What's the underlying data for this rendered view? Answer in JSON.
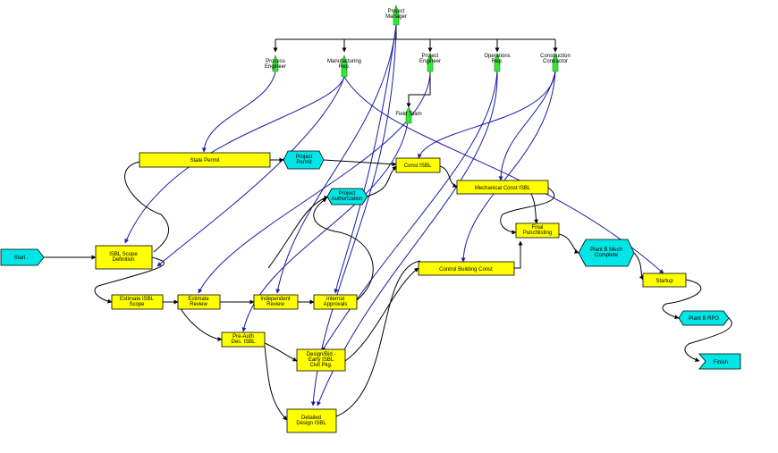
{
  "colors": {
    "task": "#ffff00",
    "milestone": "#00e5e5",
    "resource": "#33e633",
    "flow": "#000000",
    "assignment": "#1a1aa6"
  },
  "resources": [
    {
      "id": "pm",
      "lines": [
        "Project",
        "Manager"
      ]
    },
    {
      "id": "pe1",
      "lines": [
        "Process",
        "Engineer"
      ]
    },
    {
      "id": "mfg",
      "lines": [
        "Manufacturing",
        "Rep."
      ]
    },
    {
      "id": "pe2",
      "lines": [
        "Project",
        "Engineer"
      ]
    },
    {
      "id": "ops",
      "lines": [
        "Operations",
        "Rep."
      ]
    },
    {
      "id": "cc",
      "lines": [
        "Construction",
        "Contractor"
      ]
    },
    {
      "id": "fe",
      "lines": [
        "Field Team"
      ]
    }
  ],
  "nodes": [
    {
      "id": "start",
      "kind": "milestone-flag",
      "lines": [
        "Start"
      ]
    },
    {
      "id": "isbl_scope",
      "kind": "task",
      "lines": [
        "ISBL Scope",
        "Definition"
      ]
    },
    {
      "id": "est_isbl",
      "kind": "task",
      "lines": [
        "Estimate ISBL",
        "Scope"
      ]
    },
    {
      "id": "est_review",
      "kind": "task",
      "lines": [
        "Estimate",
        "Review"
      ]
    },
    {
      "id": "indep",
      "kind": "task",
      "lines": [
        "Independent",
        "Review"
      ]
    },
    {
      "id": "internal",
      "kind": "task",
      "lines": [
        "Internal",
        "Approvals"
      ]
    },
    {
      "id": "preauth",
      "kind": "task",
      "lines": [
        "Pre-Auth",
        "Des. ISBL"
      ]
    },
    {
      "id": "design_bid",
      "kind": "task",
      "lines": [
        "Design/Bid -",
        "Early ISBL",
        "Civil Pkg."
      ]
    },
    {
      "id": "detailed",
      "kind": "task",
      "lines": [
        "Detailed",
        "Design ISBL"
      ]
    },
    {
      "id": "state_permit",
      "kind": "task",
      "lines": [
        "State Permit"
      ]
    },
    {
      "id": "proj_permit",
      "kind": "milestone-hex",
      "lines": [
        "Project",
        "Permit"
      ]
    },
    {
      "id": "proj_auth",
      "kind": "milestone-hex",
      "lines": [
        "Project",
        "Authorization"
      ]
    },
    {
      "id": "const_isbl",
      "kind": "task",
      "lines": [
        "Const ISBL"
      ]
    },
    {
      "id": "mech_const",
      "kind": "task",
      "lines": [
        "Mechanical Const ISBL"
      ]
    },
    {
      "id": "control_bldg",
      "kind": "task",
      "lines": [
        "Control Building Const"
      ]
    },
    {
      "id": "final_punch",
      "kind": "task",
      "lines": [
        "Final",
        "Punchlisting"
      ]
    },
    {
      "id": "mech_complete",
      "kind": "milestone-hex",
      "lines": [
        "Plant B Mech",
        "Complete"
      ]
    },
    {
      "id": "startup",
      "kind": "task",
      "lines": [
        "Startup"
      ]
    },
    {
      "id": "rfo",
      "kind": "milestone-hex",
      "lines": [
        "Plant B RFO"
      ]
    },
    {
      "id": "finish",
      "kind": "milestone-flag",
      "lines": [
        "Finish"
      ]
    }
  ]
}
